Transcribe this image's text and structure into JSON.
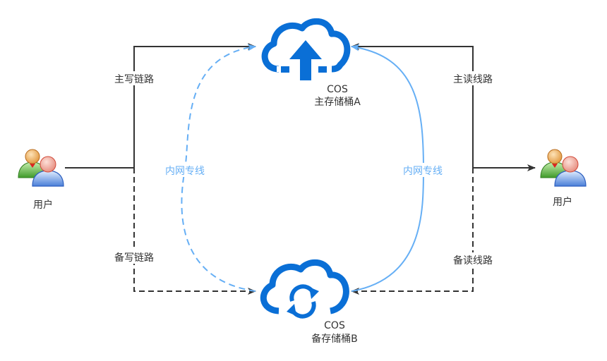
{
  "title": "COS 主备存储桶 读写链路示意图",
  "colors": {
    "cloud_blue": "#0a6fd6",
    "private_line_blue": "#66aff5",
    "link_dark": "#333333",
    "background": "#ffffff"
  },
  "nodes": {
    "user_left": {
      "label": "用户",
      "icon": "users-icon"
    },
    "user_right": {
      "label": "用户",
      "icon": "users-icon"
    },
    "bucket_primary": {
      "line1": "COS",
      "line2": "主存储桶A",
      "icon": "cloud-upload-icon"
    },
    "bucket_backup": {
      "line1": "COS",
      "line2": "备存储桶B",
      "icon": "cloud-sync-icon"
    }
  },
  "links": {
    "primary_write": {
      "label": "主写链路",
      "style": "solid"
    },
    "backup_write": {
      "label": "备写链路",
      "style": "dashed"
    },
    "primary_read": {
      "label": "主读线路",
      "style": "solid"
    },
    "backup_read": {
      "label": "备读线路",
      "style": "dashed"
    },
    "private_line_left": {
      "label": "内网专线",
      "style": "dashed"
    },
    "private_line_right": {
      "label": "内网专线",
      "style": "solid"
    }
  }
}
